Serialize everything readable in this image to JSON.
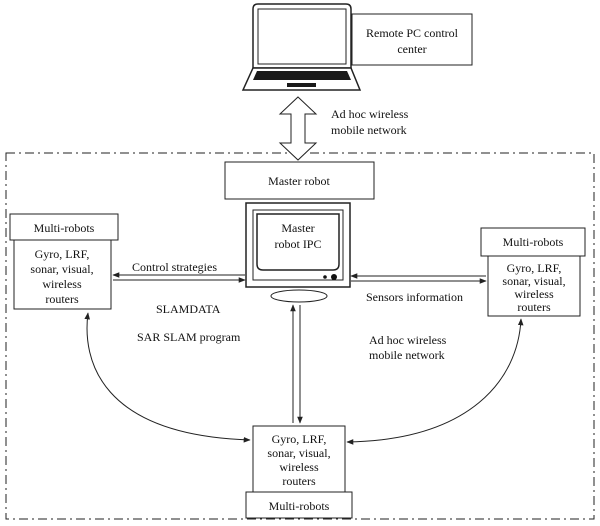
{
  "remote_center": {
    "line1": "Remote PC control",
    "line2": "center"
  },
  "link_top": {
    "line1": "Ad hoc wireless",
    "line2": "mobile network"
  },
  "master_robot": {
    "label": "Master robot"
  },
  "master_ipc": {
    "line1": "Master",
    "line2": "robot IPC"
  },
  "left_robots": {
    "title": "Multi-robots",
    "lines": [
      "Gyro, LRF,",
      "sonar, visual,",
      "wireless",
      "routers"
    ]
  },
  "right_robots": {
    "title": "Multi-robots",
    "lines": [
      "Gyro, LRF,",
      "sonar, visual,",
      "wireless",
      "routers"
    ]
  },
  "bottom_robots": {
    "title": "Multi-robots",
    "lines": [
      "Gyro, LRF,",
      "sonar, visual,",
      "wireless",
      "routers"
    ]
  },
  "edges": {
    "control": "Control strategies",
    "sensors": "Sensors information",
    "slamdata": "SLAMDATA",
    "sar": "SAR SLAM program",
    "adhoc_line1": "Ad hoc wireless",
    "adhoc_line2": "mobile network"
  }
}
